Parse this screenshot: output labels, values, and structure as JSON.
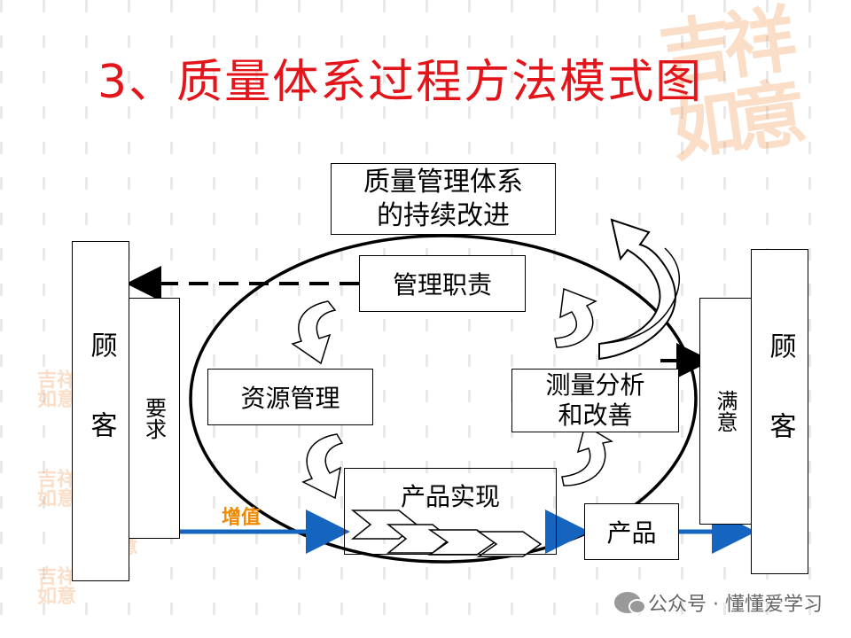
{
  "title": "3、质量体系过程方法模式图",
  "diagram": {
    "improve_box": "质量管理体系的持续改进",
    "improve_line1": "质量管理体系",
    "improve_line2": "的持续改进",
    "mgmt": "管理职责",
    "resource": "资源管理",
    "measure_line1": "测量分析",
    "measure_line2": "和改善",
    "realize": "产品实现",
    "product": "产品",
    "left_customer": "顾客",
    "requirement": "要求",
    "right_customer": "顾客",
    "satisfaction": "满意",
    "value_add": "增值"
  },
  "colors": {
    "title": "#e3151a",
    "flow_arrow": "#1565c0",
    "value_add_label": "#f08a00",
    "seal": "#f08a3c"
  },
  "decor": {
    "seal_text": "吉祥如意"
  },
  "watermark": {
    "text": "公众号 · 懂懂爱学习",
    "icon": "wechat-icon"
  }
}
